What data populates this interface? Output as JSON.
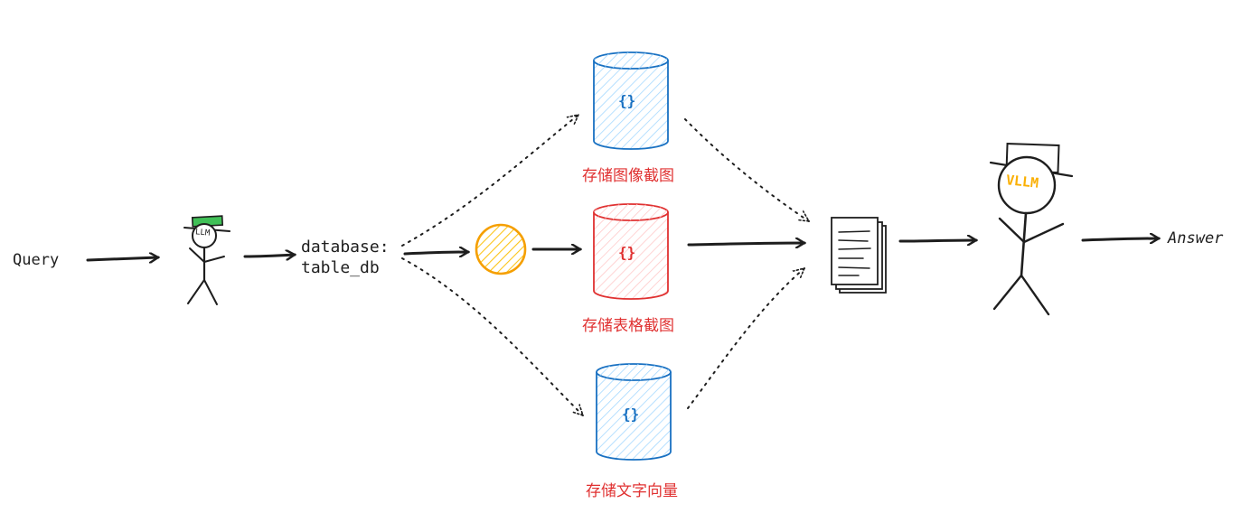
{
  "diagram": {
    "query_label": "Query",
    "agent_hat_label": "LLM",
    "database_label_line1": "database:",
    "database_label_line2": "table_db",
    "stores": {
      "top": {
        "label": "存储图像截图",
        "icon": "{}",
        "icon_color": "#1971c2"
      },
      "middle": {
        "label": "存储表格截图",
        "icon": "{}",
        "icon_color": "#e03131"
      },
      "bottom": {
        "label": "存储文字向量",
        "icon": "{}",
        "icon_color": "#1971c2"
      }
    },
    "vllm_label": "VLLM",
    "answer_label": "Answer"
  },
  "colors": {
    "stroke": "#1e1e1e",
    "blue": "#1971c2",
    "red": "#e03131",
    "orange": "#f59f00",
    "green": "#40c057",
    "yellow": "#fab005"
  },
  "icons": [
    "stick-figure-icon",
    "cylinder-database-icon",
    "router-circle-icon",
    "documents-stack-icon",
    "hat-icon"
  ]
}
